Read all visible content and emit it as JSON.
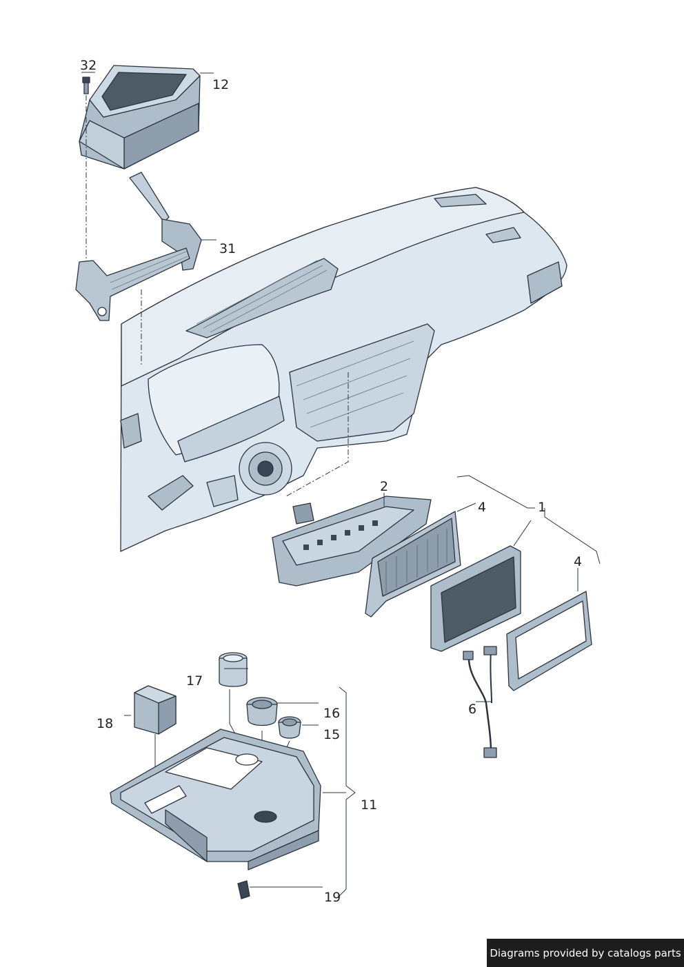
{
  "callouts": [
    {
      "id": "c32",
      "text": "32"
    },
    {
      "id": "c12",
      "text": "12"
    },
    {
      "id": "c31",
      "text": "31"
    },
    {
      "id": "c2",
      "text": "2"
    },
    {
      "id": "c4a",
      "text": "4"
    },
    {
      "id": "c1",
      "text": "1"
    },
    {
      "id": "c4b",
      "text": "4"
    },
    {
      "id": "c17",
      "text": "17"
    },
    {
      "id": "c16",
      "text": "16"
    },
    {
      "id": "c18",
      "text": "18"
    },
    {
      "id": "c15",
      "text": "15"
    },
    {
      "id": "c6",
      "text": "6"
    },
    {
      "id": "c11",
      "text": "11"
    },
    {
      "id": "c19",
      "text": "19"
    }
  ],
  "footer": {
    "text": "Diagrams provided by catalogs parts"
  },
  "colors": {
    "part_fill": "#dde7ef",
    "part_shade": "#aebdca",
    "dark": "#3a4654",
    "line": "#2b3340",
    "screen": "#4c5b64"
  }
}
